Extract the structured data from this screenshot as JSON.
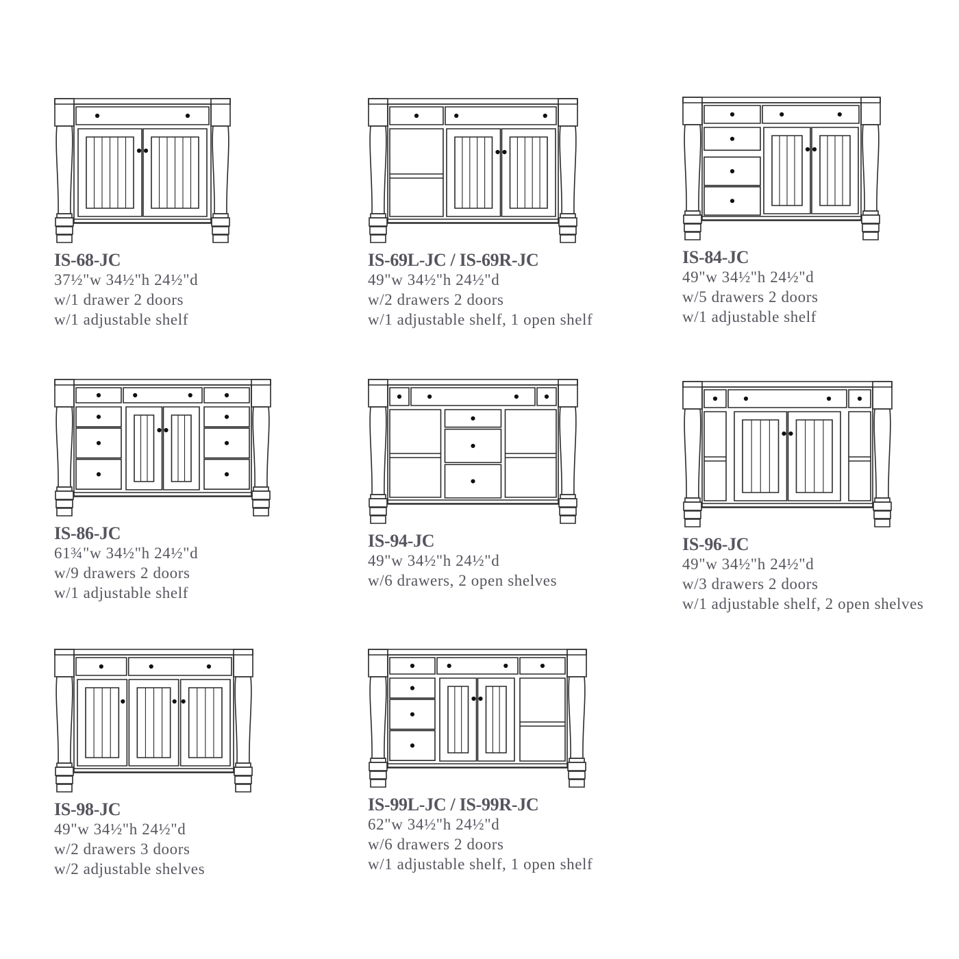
{
  "items": [
    {
      "model": "IS-68-JC",
      "lines": [
        "37½\"w 34½\"h 24½\"d",
        "w/1 drawer 2 doors",
        "w/1 adjustable shelf"
      ]
    },
    {
      "model": "IS-69L-JC / IS-69R-JC",
      "lines": [
        "49\"w 34½\"h 24½\"d",
        "w/2 drawers 2 doors",
        "w/1 adjustable shelf, 1 open shelf"
      ]
    },
    {
      "model": "IS-84-JC",
      "lines": [
        "49\"w 34½\"h 24½\"d",
        "w/5 drawers 2 doors",
        "w/1 adjustable shelf"
      ]
    },
    {
      "model": "IS-86-JC",
      "lines": [
        "61¾\"w 34½\"h 24½\"d",
        "w/9 drawers 2 doors",
        "w/1 adjustable shelf"
      ]
    },
    {
      "model": "IS-94-JC",
      "lines": [
        "49\"w 34½\"h 24½\"d",
        "w/6 drawers, 2 open shelves"
      ]
    },
    {
      "model": "IS-96-JC",
      "lines": [
        "49\"w 34½\"h 24½\"d",
        "w/3 drawers 2 doors",
        "w/1 adjustable shelf, 2 open shelves"
      ]
    },
    {
      "model": "IS-98-JC",
      "lines": [
        "49\"w 34½\"h 24½\"d",
        "w/2 drawers 3 doors",
        "w/2 adjustable shelves"
      ]
    },
    {
      "model": "IS-99L-JC / IS-99R-JC",
      "lines": [
        "62\"w 34½\"h 24½\"d",
        "w/6 drawers 2 doors",
        "w/1 adjustable shelf, 1 open shelf"
      ]
    }
  ]
}
